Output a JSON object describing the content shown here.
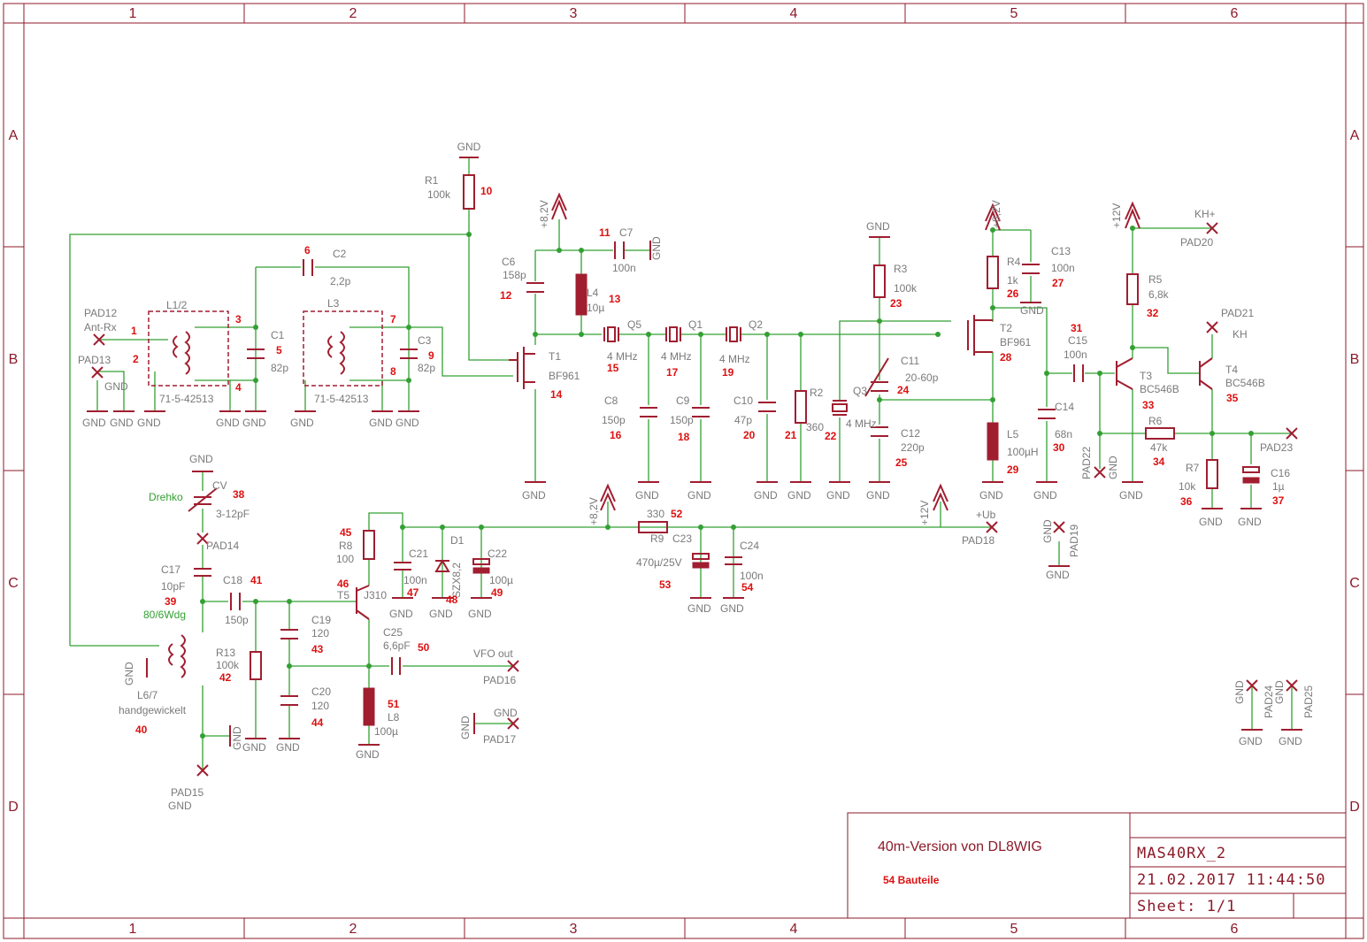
{
  "zones": {
    "columns": [
      "1",
      "2",
      "3",
      "4",
      "5",
      "6"
    ],
    "rows": [
      "A",
      "B",
      "C",
      "D"
    ]
  },
  "title_block": {
    "description": "40m-Version von DL8WIG",
    "parts_count": "54 Bauteile",
    "drawing_name": "MAS40RX_2",
    "date": "21.02.2017 11:44:50",
    "sheet": "Sheet: 1/1"
  },
  "annotations": {
    "drehko": "Drehko",
    "winding": "80/6Wdg",
    "handgewickelt": "handgewickelt",
    "l67": "L6/7",
    "ant_rx": "Ant-Rx",
    "vfo_out": "VFO out",
    "ub": "+Ub",
    "kh_plus": "KH+",
    "kh": "KH"
  },
  "supplies": {
    "v82": "+8,2V",
    "v12": "+12V",
    "gnd": "GND"
  },
  "pads": {
    "pad12": "PAD12",
    "pad13": "PAD13",
    "pad14": "PAD14",
    "pad15": "PAD15",
    "pad16": "PAD16",
    "pad17": "PAD17",
    "pad18": "PAD18",
    "pad19": "PAD19",
    "pad20": "PAD20",
    "pad21": "PAD21",
    "pad22": "PAD22",
    "pad23": "PAD23",
    "pad24": "PAD24",
    "pad25": "PAD25"
  },
  "components": {
    "r1": {
      "name": "R1",
      "value": "100k",
      "num": "10"
    },
    "c2": {
      "name": "C2",
      "value": "2,2p",
      "num": "6"
    },
    "l12": {
      "name": "L1/2",
      "value": "71-5-42513"
    },
    "l3": {
      "name": "L3",
      "value": "71-5-42513"
    },
    "c1": {
      "name": "C1",
      "value": "82p",
      "num": "5"
    },
    "c3": {
      "name": "C3",
      "value": "82p",
      "num": "9"
    },
    "c6": {
      "name": "C6",
      "value": "158p",
      "num": "12"
    },
    "c7": {
      "name": "C7",
      "value": "100n",
      "num": "11"
    },
    "l4": {
      "name": "L4",
      "value": "10µ",
      "num": "13"
    },
    "t1": {
      "name": "T1",
      "value": "BF961",
      "num": "14"
    },
    "q5": {
      "name": "Q5",
      "value": "4 MHz",
      "num": "15"
    },
    "q1": {
      "name": "Q1",
      "value": "4 MHz",
      "num": "17"
    },
    "q2": {
      "name": "Q2",
      "value": "4 MHz",
      "num": "19"
    },
    "c8": {
      "name": "C8",
      "value": "150p",
      "num": "16"
    },
    "c9": {
      "name": "C9",
      "value": "150p",
      "num": "18"
    },
    "c10": {
      "name": "C10",
      "value": "47p",
      "num": "20"
    },
    "r2": {
      "name": "R2",
      "value": "360",
      "num": "21"
    },
    "q3": {
      "name": "Q3",
      "value": "4 MHz",
      "num": "22"
    },
    "r3": {
      "name": "R3",
      "value": "100k",
      "num": "23"
    },
    "c11": {
      "name": "C11",
      "value": "20-60p",
      "num": "24"
    },
    "c12": {
      "name": "C12",
      "value": "220p",
      "num": "25"
    },
    "r4": {
      "name": "R4",
      "value": "1k",
      "num": "26"
    },
    "c13": {
      "name": "C13",
      "value": "100n",
      "num": "27"
    },
    "t2": {
      "name": "T2",
      "value": "BF961",
      "num": "28"
    },
    "l5": {
      "name": "L5",
      "value": "100µH",
      "num": "29"
    },
    "c14": {
      "name": "C14",
      "value": "68n",
      "num": "30"
    },
    "c15": {
      "name": "C15",
      "value": "100n",
      "num": "31"
    },
    "r5": {
      "name": "R5",
      "value": "6,8k",
      "num": "32"
    },
    "t3": {
      "name": "T3",
      "value": "BC546B",
      "num": "33"
    },
    "r6": {
      "name": "R6",
      "value": "47k",
      "num": "34"
    },
    "t4": {
      "name": "T4",
      "value": "BC546B",
      "num": "35"
    },
    "r7": {
      "name": "R7",
      "value": "10k",
      "num": "36"
    },
    "c16": {
      "name": "C16",
      "value": "1µ",
      "num": "37"
    },
    "cv": {
      "name": "CV",
      "value": "3-12pF",
      "num": "38"
    },
    "c17": {
      "name": "C17",
      "value": "10pF",
      "num": "39"
    },
    "l67": {
      "num": "40"
    },
    "c18": {
      "name": "C18",
      "value": "150p",
      "num": "41"
    },
    "r13": {
      "name": "R13",
      "value": "100k",
      "num": "42"
    },
    "c19": {
      "name": "C19",
      "value": "120",
      "num": "43"
    },
    "c20": {
      "name": "C20",
      "value": "120",
      "num": "44"
    },
    "r8": {
      "name": "R8",
      "value": "100",
      "num": "45"
    },
    "t5": {
      "name": "T5",
      "value": "J310",
      "num": "46"
    },
    "c21": {
      "name": "C21",
      "value": "100n",
      "num": "47"
    },
    "d1": {
      "name": "D1",
      "value": "SZX8,2",
      "num": "48"
    },
    "c22": {
      "name": "C22",
      "value": "100µ",
      "num": "49"
    },
    "c25": {
      "name": "C25",
      "value": "6,6pF",
      "num": "50"
    },
    "l8": {
      "name": "L8",
      "value": "100µ",
      "num": "51"
    },
    "r9": {
      "name": "R9",
      "value": "330",
      "num": "52"
    },
    "c23": {
      "name": "C23",
      "value": "470µ/25V",
      "num": "53"
    },
    "c24": {
      "name": "C24",
      "value": "100n",
      "num": "54"
    }
  },
  "pin_numbers": {
    "p1": "1",
    "p2": "2",
    "p3": "3",
    "p4": "4",
    "p7": "7",
    "p8": "8"
  }
}
